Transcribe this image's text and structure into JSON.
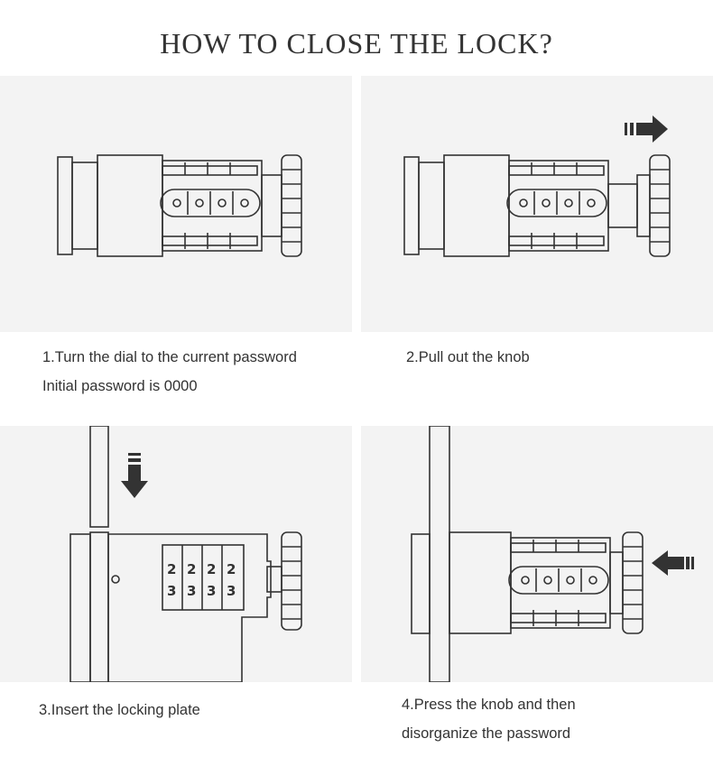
{
  "title": "HOW TO CLOSE THE LOCK?",
  "steps": [
    {
      "lines": [
        "1.Turn the dial to the current password",
        "Initial password is 0000"
      ]
    },
    {
      "lines": [
        "2.Pull out the knob"
      ]
    },
    {
      "lines": [
        "3.Insert the locking plate"
      ]
    },
    {
      "lines": [
        "4.Press the knob and then",
        "disorganize the password"
      ]
    }
  ],
  "dial_digits": {
    "top_row": [
      "2",
      "2",
      "2",
      "2"
    ],
    "bottom_row": [
      "3",
      "3",
      "3",
      "3"
    ]
  },
  "colors": {
    "panel_bg": "#f3f3f3",
    "line": "#333333",
    "arrow": "#333333"
  },
  "icons": [
    "lock-illustration",
    "arrow-right-icon",
    "arrow-down-icon",
    "arrow-left-icon"
  ]
}
